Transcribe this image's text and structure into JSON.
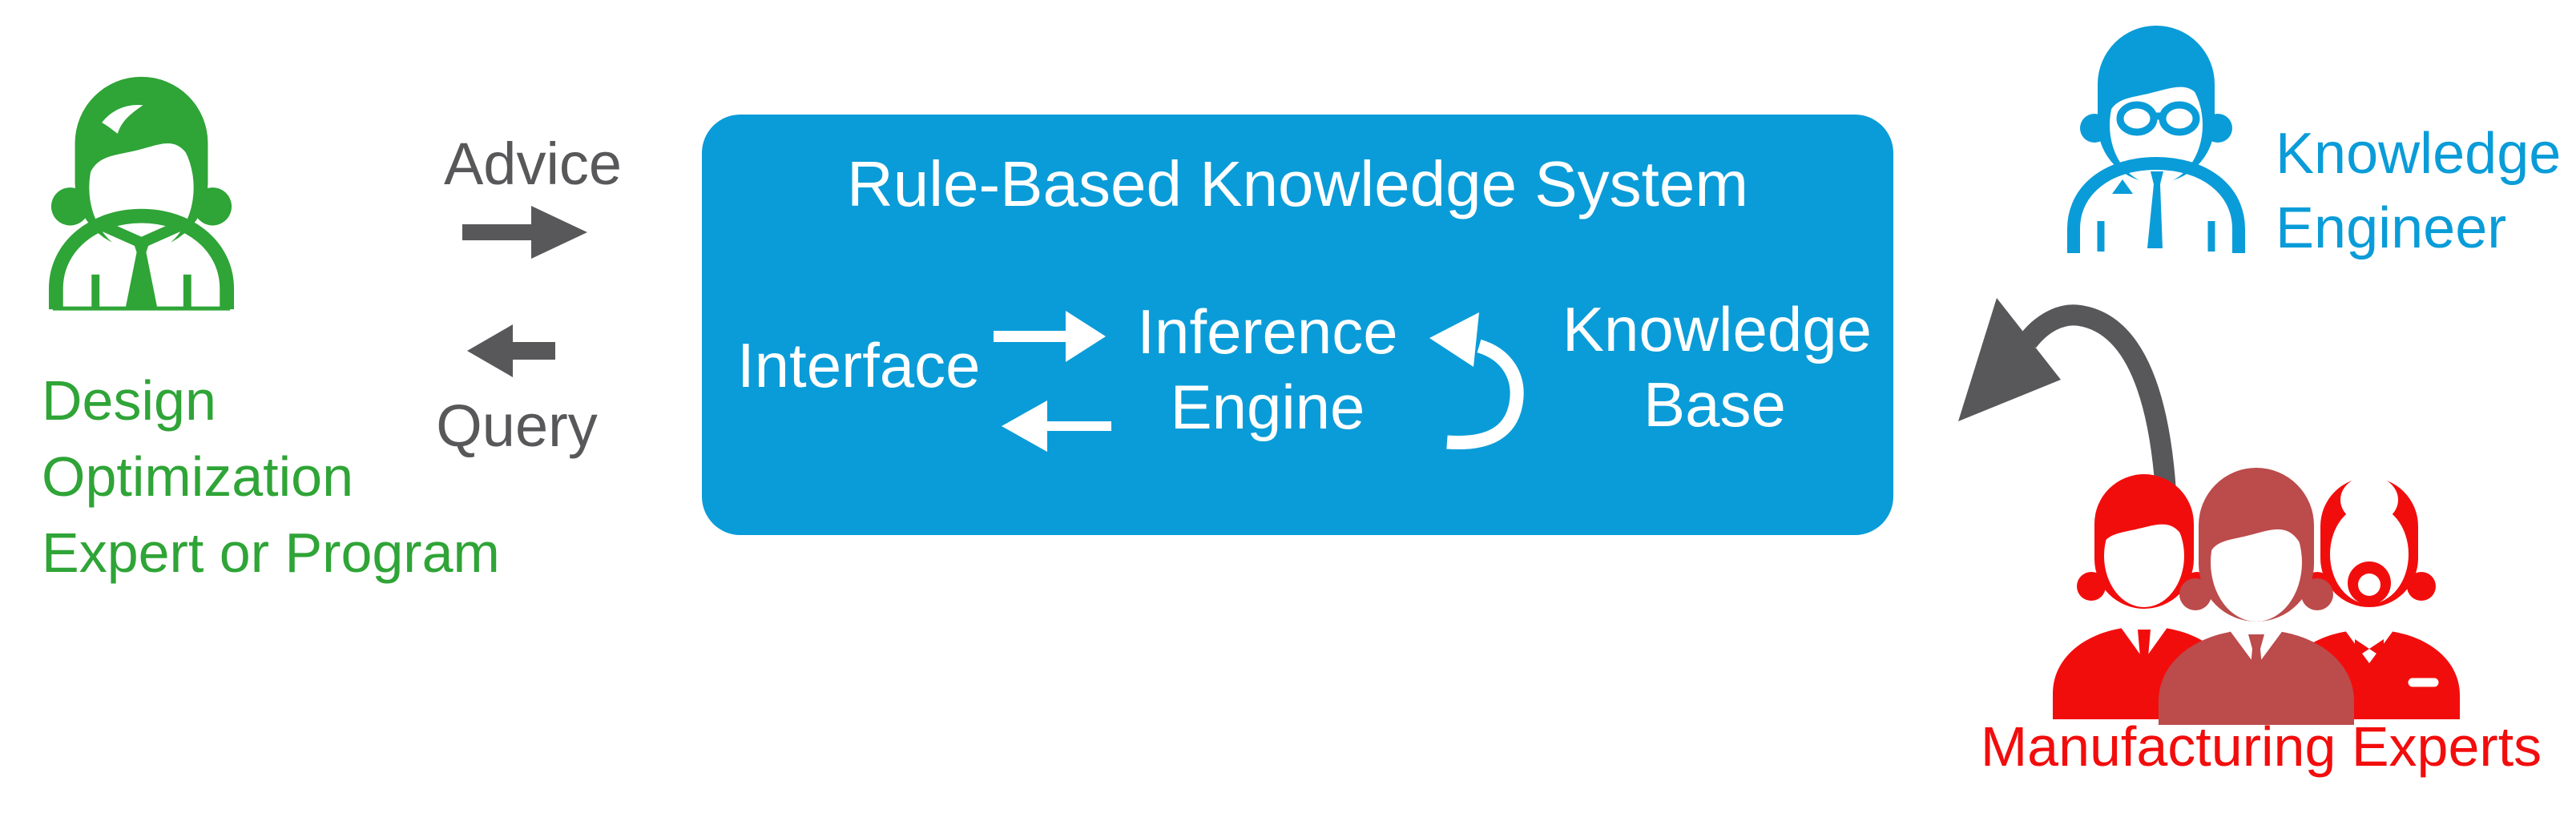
{
  "colors": {
    "bg": "#ffffff",
    "green": "#2FA437",
    "blue": "#0A9CD8",
    "gray": "#58585A",
    "red": "#F20D0D",
    "dark_red": "#BC4B4B"
  },
  "left_actor": {
    "icon": "businessman-icon",
    "lines": [
      "Design",
      "Optimization",
      "Expert or Program"
    ]
  },
  "exchange": {
    "advice_label": "Advice",
    "advice_icon": "arrow-right-icon",
    "query_label": "Query",
    "query_icon": "arrow-left-icon"
  },
  "system": {
    "title": "Rule-Based Knowledge System",
    "interface_label": "Interface",
    "to_engine_icon": "arrow-right-icon",
    "to_interface_icon": "arrow-left-icon",
    "inference_engine_lines": [
      "Inference",
      "Engine"
    ],
    "cycle_icon": "curved-cycle-arrow-icon",
    "knowledge_base_lines": [
      "Knowledge",
      "Base"
    ]
  },
  "knowledge_engineer": {
    "icon": "engineer-icon",
    "lines": [
      "Knowledge",
      "Engineer"
    ]
  },
  "manufacturing_experts": {
    "icon": "experts-group-icon",
    "label": "Manufacturing Experts"
  },
  "flow": {
    "experts_to_system_icon": "curved-swoosh-arrow-icon"
  }
}
